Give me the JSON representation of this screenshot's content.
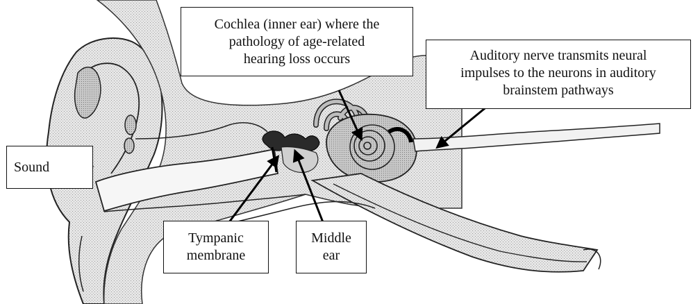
{
  "labels": {
    "cochlea": [
      "Cochlea (inner ear) where the",
      "pathology of age-related",
      "hearing loss occurs"
    ],
    "auditory_nerve": [
      "Auditory nerve transmits neural",
      "impulses to the neurons in auditory",
      "brainstem pathways"
    ],
    "sound": "Sound",
    "tympanic": [
      "Tympanic",
      "membrane"
    ],
    "middle_ear": [
      "Middle",
      "ear"
    ]
  },
  "colors": {
    "shading": "#e3e3e3",
    "dark_shading": "#bdbdbd",
    "outline": "#222222",
    "arrow": "#000000"
  }
}
